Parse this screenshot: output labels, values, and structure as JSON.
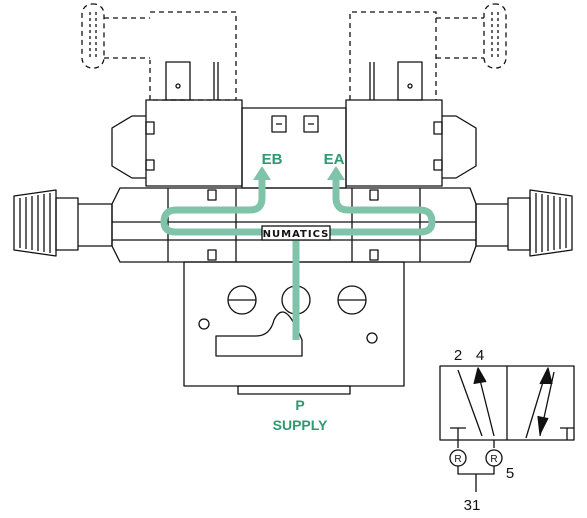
{
  "labels": {
    "eb": "EB",
    "ea": "EA",
    "p": "P",
    "supply": "SUPPLY",
    "brand": "NUMATICS"
  },
  "schematic": {
    "port_2": "2",
    "port_4": "4",
    "port_5": "5",
    "port_31": "31",
    "exhaust_marker": "R"
  },
  "colors": {
    "flow_path": "#7fc4a8",
    "label_green": "#2e9a6e",
    "line": "#111111"
  }
}
